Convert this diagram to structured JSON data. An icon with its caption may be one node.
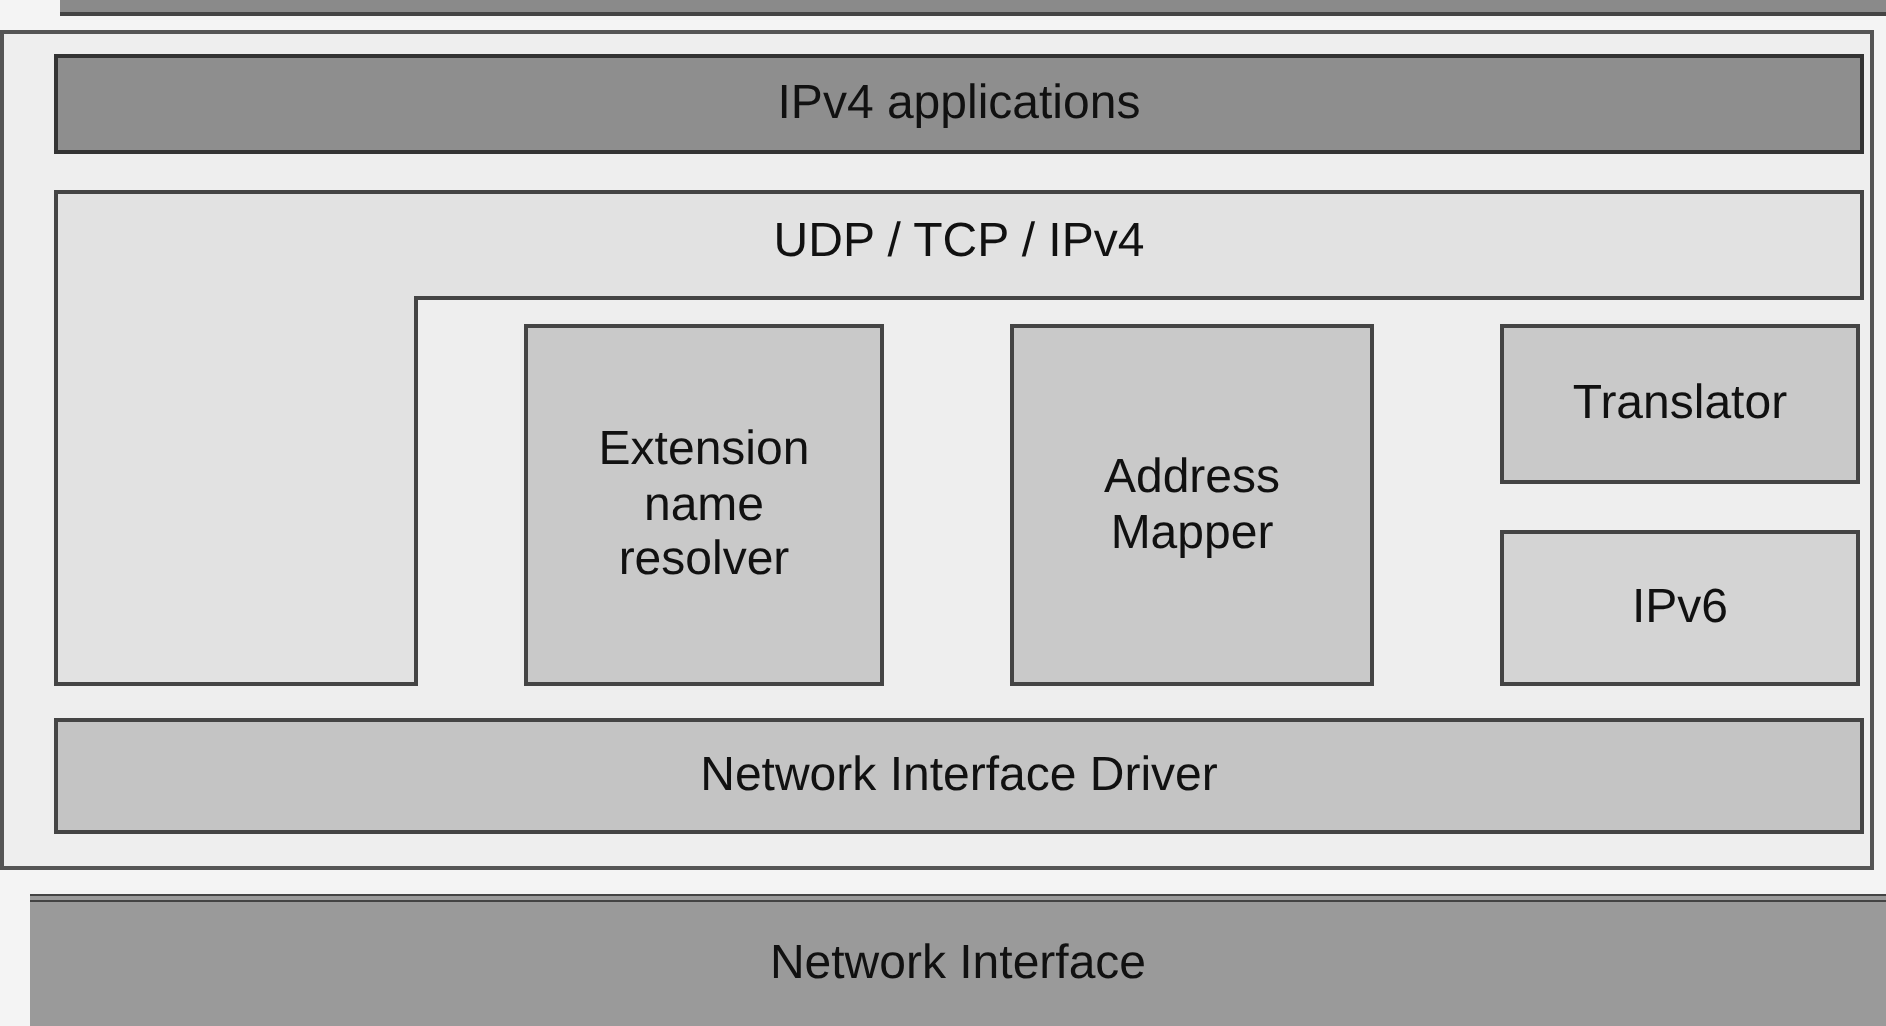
{
  "diagram": {
    "nodes": [
      {
        "text": [],
        "shape": "box"
      },
      {
        "text": [
          "IPv4 applications"
        ],
        "in": 0
      },
      {
        "text": [
          "UDP / TCP / IPv4"
        ],
        "in": 0
      },
      {
        "text": [
          "Extension name resolver"
        ],
        "in": 0
      },
      {
        "text": [
          "Address Mapper"
        ],
        "in": 0
      },
      {
        "text": [
          "Translator"
        ],
        "in": 0
      },
      {
        "text": [
          "IPv6"
        ],
        "in": 0
      },
      {
        "text": [
          "Network Interface Driver"
        ],
        "in": 0
      },
      {
        "text": [
          "Network Interface"
        ]
      }
    ]
  }
}
